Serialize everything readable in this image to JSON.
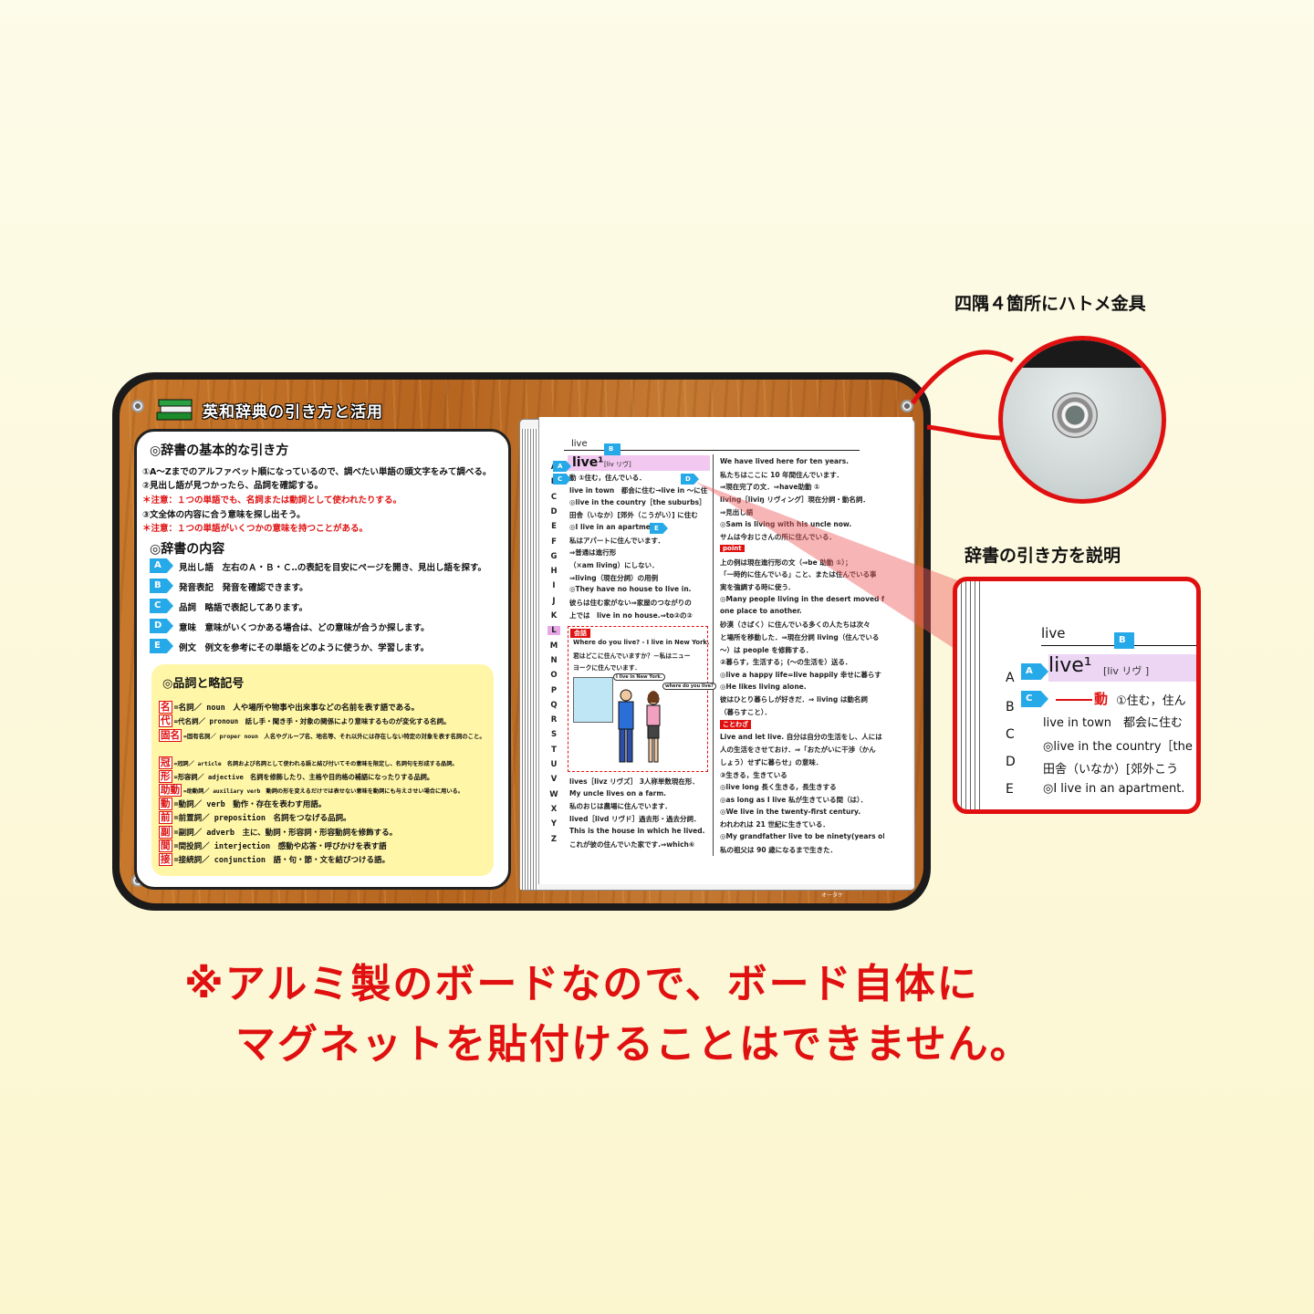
{
  "board": {
    "title": "英和辞典の引き方と活用",
    "left": {
      "sec1_title": "◎辞書の基本的な引き方",
      "sec1_lines": [
        "①A～Zまでのアルファベット順になっているので、調べたい単語の頭文字をみて調べる。",
        "②見出し語が見つかったら、品詞を確認する。",
        "＊注意：１つの単語でも、名詞または動詞として使われたりする。",
        "③文全体の内容に合う意味を探し出そう。",
        "＊注意：１つの単語がいくつかの意味を持つことがある。"
      ],
      "sec2_title": "◎辞書の内容",
      "sec2_items": [
        {
          "badge": "A",
          "text": "見出し語　左右のＡ・Ｂ・Ｃ‥の表記を目安にページを開き、見出し語を探す。"
        },
        {
          "badge": "B",
          "text": "発音表記　発音を確認できます。"
        },
        {
          "badge": "C",
          "text": "品詞　略語で表記してあります。"
        },
        {
          "badge": "D",
          "text": "意味　意味がいくつかある場合は、どの意味が合うか探します。"
        },
        {
          "badge": "E",
          "text": "例文　例文を参考にその単語をどのように使うか、学習します。"
        }
      ],
      "sec3_title": "◎品詞と略記号",
      "pos": [
        {
          "tag": "名",
          "text": "=名詞／ noun　人や場所や物事や出来事などの名前を表す語である。"
        },
        {
          "tag": "代",
          "text": "=代名詞／ pronoun　話し手・聞き手・対象の関係により意味するものが変化する名詞。"
        },
        {
          "tag": "固名",
          "text": "=固有名詞／ proper noun　人名やグループ名、地名等、それ以外には存在しない特定の対象を表す名詞のこと。"
        },
        {
          "tag": "冠",
          "text": "=冠詞／ article　名詞および名詞として使われる語と結び付いてその意味を限定し、名詞句を形成する品詞。"
        },
        {
          "tag": "形",
          "text": "=形容詞／ adjective　名詞を修飾したり、主格や目的格の補語になったりする品詞。"
        },
        {
          "tag": "助動",
          "text": "=助動詞／ auxiliary verb　動詞の形を変えるだけでは表せない意味を動詞にも与えさせい場合に用いる。"
        },
        {
          "tag": "動",
          "text": "=動詞／ verb　動作・存在を表わす用語。"
        },
        {
          "tag": "前",
          "text": "=前置詞／ preposition　名詞をつなげる品詞。"
        },
        {
          "tag": "副",
          "text": "=副詞／ adverb　主に、動詞・形容詞・形容動詞を修飾する。"
        },
        {
          "tag": "間",
          "text": "=間投詞／ interjection　感動や応答・呼びかけを表す語"
        },
        {
          "tag": "接",
          "text": "=接続詞／ conjunction　語・句・節・文を結びつける語。"
        }
      ]
    },
    "book": {
      "headword_label": "live",
      "headword": "live¹",
      "pron": "[liv リヴ]",
      "alphabet": [
        "A",
        "B",
        "C",
        "D",
        "E",
        "F",
        "G",
        "H",
        "I",
        "J",
        "K",
        "L",
        "M",
        "N",
        "O",
        "P",
        "Q",
        "R",
        "S",
        "T",
        "U",
        "V",
        "W",
        "X",
        "Y",
        "Z"
      ],
      "highlight_letter": "L",
      "col1": [
        "動 ①住む，住んでいる．",
        "live in town　都会に住む→live in ～に住む．",
        "◎live in the country［the suburbs］",
        "田舎（いなか）[郊外（こうがい）] に住む",
        "◎I live in an apartment.",
        "私はアパートに住んでいます．",
        "⇒普通は進行形",
        "（×am living）にしない．",
        "⇒living（現在分詞）の用例",
        "◎They have no house to live in.",
        "彼らは住む家がない⇒家屋のつながりの",
        "上では　live in no house.⇒to②の②"
      ],
      "col1_bottom": [
        "lives［livz リヴズ］ 3人称単数現在形．",
        "My uncle lives on a farm.",
        "私のおじは農場に住んでいます．",
        "lived［livd リヴド］過去形・過去分詞．",
        "This is the house in which he lived.",
        "これが彼の住んでいた家です.⇒which⑥"
      ],
      "col2": [
        "We have lived here for ten years.",
        "私たちはここに 10 年間住んでいます．",
        "⇒現在完了の文．⇒have助動 ①",
        "living［liviŋ リヴィング］現在分詞・動名詞．",
        "⇒見出し語",
        "◎Sam is living with his uncle now.",
        "サムは今おじさんの所に住んでいる．",
        "point",
        "上の例は現在進行形の文（⇒be 助動 ①）；",
        "「一時的に住んでいる」こと、または住んでいる事",
        "実を強調する時に使う．",
        "◎Many people living in the desert moved from",
        "one place to another.",
        "砂漠（さばく）に住んでいる多くの人たちは次々",
        "と場所を移動した．⇒現在分詞 living（住んでいる",
        "～）は people を修飾する．",
        "②暮らす，生活する；(～の生活を）送る．",
        "◎live a happy life=live happily 幸せに暮らす",
        "◎He likes living alone.",
        "彼はひとり暮らしが好きだ．⇒ living は動名詞",
        "（暮らすこと）．",
        "ことわざ",
        "Live and let live. 自分は自分の生活をし、人には",
        "人の生活をさせておけ．⇒「おたがいに干渉（かん",
        "しょう）せずに暮らせ」の意味．",
        "③生きる，生きている",
        "◎live long 長く生きる，長生きする",
        "◎as long as I live 私が生きている間（は）．",
        "◎We live in the twenty-first century.",
        "われわれは 21 世紀に生きている．",
        "◎My grandfather live to be ninety(years old).",
        "私の祖父は 90 歳になるまで生きた．"
      ],
      "dialog": {
        "tag": "会話",
        "line1": "Where do you live? - I live in New York.",
        "line2": "君はどこに住んでいますか？－私はニュー",
        "line3": "ヨークに住んでいます．",
        "bubble1": "I live in New York.",
        "bubble2": "where do you live?"
      },
      "footer": "オータケ"
    }
  },
  "callouts": {
    "eyelet": "四隅４箇所にハトメ金具",
    "zoom_title": "辞書の引き方を説明",
    "zoom": {
      "label": "live",
      "headword": "live¹",
      "pron": "[liv リヴ ]",
      "pos": "動",
      "meaning": "①住む，住ん",
      "lines": [
        "live in town　都会に住む",
        "◎live in the country［the",
        "田舎（いなか）[郊外こう",
        "◎I live in an apartment."
      ],
      "letters": [
        "A",
        "B",
        "C",
        "D",
        "E"
      ]
    }
  },
  "notice": {
    "line1": "※アルミ製のボードなので、ボード自体に",
    "line2": "マグネットを貼付けることはできません。"
  }
}
